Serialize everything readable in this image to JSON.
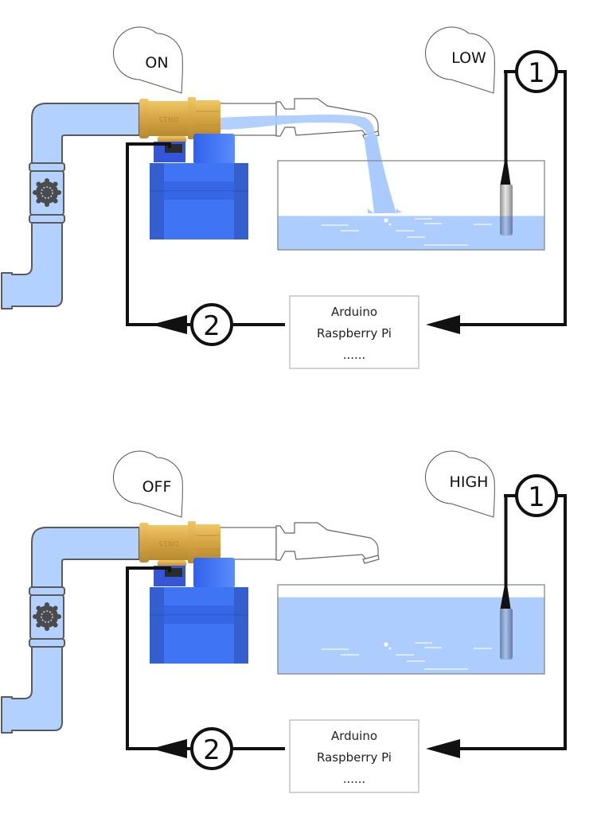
{
  "colors": {
    "pipe_fill": "#b3d1ff",
    "pipe_stroke": "#5a5a5a",
    "water": "#a9cbff",
    "valve_brass": "#d9a945",
    "actuator_blue": "#3f74f5",
    "actuator_dark": "#2a5ad8",
    "wire": "#111111",
    "probe_metal": "#b7b7b7"
  },
  "panels": [
    {
      "state": "filling",
      "valve_label": "ON",
      "level_label": "LOW",
      "sensor_marker": "1",
      "actuator_marker": "2",
      "water_level": 0.38,
      "water_flowing": true,
      "controller": {
        "line1": "Arduino",
        "line2": "Raspberry Pi",
        "line3": "......"
      }
    },
    {
      "state": "full",
      "valve_label": "OFF",
      "level_label": "HIGH",
      "sensor_marker": "1",
      "actuator_marker": "2",
      "water_level": 0.86,
      "water_flowing": false,
      "controller": {
        "line1": "Arduino",
        "line2": "Raspberry Pi",
        "line3": "......"
      }
    }
  ]
}
